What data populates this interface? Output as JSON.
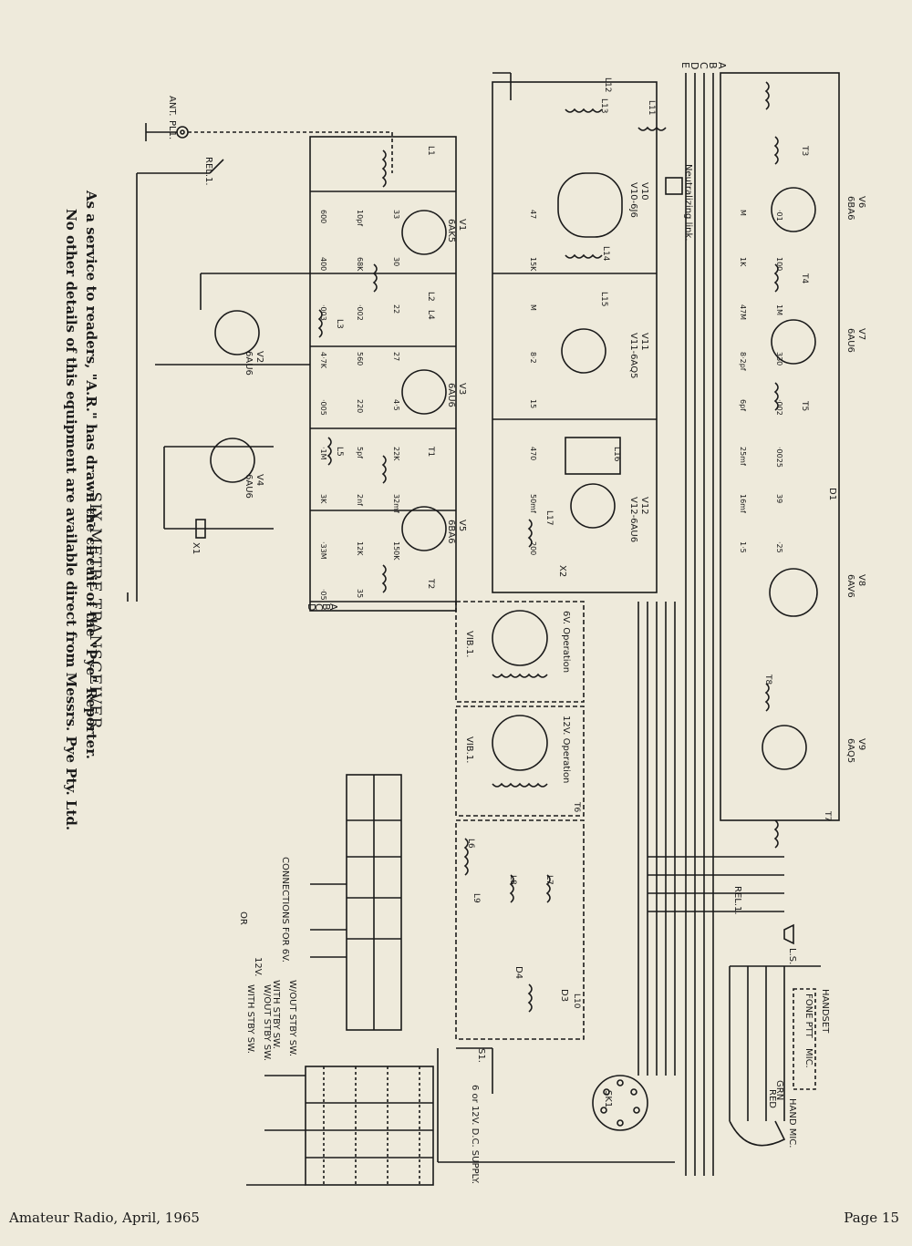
{
  "page": {
    "footer_left": "Amateur Radio, April, 1965",
    "footer_right": "Page 15"
  },
  "caption": {
    "title": "SIX-METRE TRANSCEIVER",
    "note_line1": "As a service to readers, \"A.R.\" has drawn the circuit of the \"Pye\" Reporter.",
    "note_line2": "No other details of this equipment are available direct from Messrs. Pye Pty. Ltd."
  },
  "tubes": [
    {
      "id": "V1",
      "type": "6AK5"
    },
    {
      "id": "V2",
      "type": "6AU6"
    },
    {
      "id": "V3",
      "type": "6AU6"
    },
    {
      "id": "V4",
      "type": "6AU6"
    },
    {
      "id": "V5",
      "type": "6BA6"
    },
    {
      "id": "V6",
      "type": "6BA6"
    },
    {
      "id": "V7",
      "type": "6AU6"
    },
    {
      "id": "V8",
      "type": "6AV6"
    },
    {
      "id": "V9",
      "type": "6AQ5"
    },
    {
      "id": "V10",
      "type": "V10-6J6"
    },
    {
      "id": "V11",
      "type": "V11-6AQ5"
    },
    {
      "id": "V12",
      "type": "V12-6AU6"
    }
  ],
  "labels": {
    "ant": "ANT.",
    "pl1": "PL1.",
    "rel1": "REL.1.",
    "rel1b": "REL.1.",
    "neutralizing": "Neutralizing link.",
    "vib6": "6V. Operation",
    "vib12": "12V. Operation",
    "vib1a": "VIB.1.",
    "vib1b": "VIB.1.",
    "handset": "HANDSET",
    "fone_ptt": "FONE PTT",
    "mic": "MIC.",
    "hand_mic": "HAND MIC.",
    "red": "RED",
    "grn": "GRN",
    "ls": "L.S.",
    "sk1": "SK1.",
    "s1": "S1.",
    "supply": "6 or 12V. D.C. SUPPLY.",
    "conn_title": "CONNECTIONS FOR 6V.",
    "wout_stby": "W/OUT STBY SW.",
    "with_stby": "WITH STBY SW.",
    "or": "OR",
    "v12": "12V.",
    "wout_stby2": "W/OUT STBY SW.",
    "with_stby2": "WITH STBY SW.",
    "d1": "D1",
    "d3": "D3",
    "d4": "D4",
    "x1": "X1",
    "x2": "X2"
  },
  "bus_labels": [
    "E",
    "D",
    "C",
    "B",
    "A"
  ],
  "bus_labels_bottom": [
    "D",
    "C",
    "B",
    "A"
  ],
  "coils": [
    "L1",
    "L2",
    "L3",
    "L4",
    "L5",
    "L6",
    "L7",
    "L8",
    "L9",
    "L10",
    "L11",
    "L12",
    "L13",
    "L14",
    "L15",
    "L16",
    "L17"
  ],
  "transformers": [
    "T1",
    "T2",
    "T3",
    "T4",
    "T5",
    "T6",
    "T7",
    "T8"
  ],
  "components": [
    "600",
    "10pf",
    "33",
    "47",
    "M",
    "·01",
    "400",
    "68K",
    "30",
    "15K",
    "1K",
    "100",
    "·003",
    "·002",
    "22",
    "M",
    "47M",
    "1M",
    "4·7K",
    "560",
    "27",
    "8·2",
    "8·2pf",
    "330",
    "·005",
    "220",
    "4·5",
    "15",
    "6pf",
    "·002",
    "·1M",
    "5pf",
    "22K",
    "470",
    "25mf",
    "·0025",
    "3K",
    "2nf",
    "32mf",
    "50mf",
    "16mf",
    "39",
    "·33M",
    "12K",
    "150K",
    "200",
    "1·5",
    "·25",
    "·05",
    "35"
  ]
}
